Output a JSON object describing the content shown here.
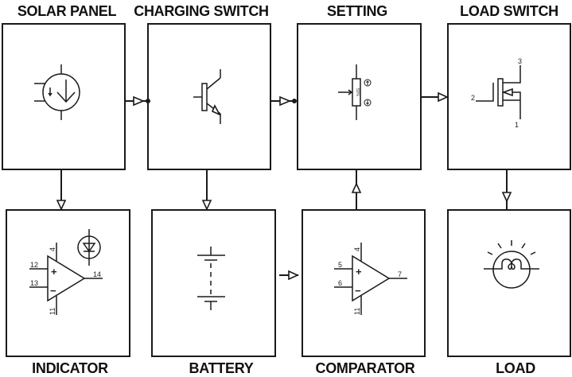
{
  "diagram": {
    "type": "block-diagram",
    "blocks": [
      {
        "id": "solar_panel",
        "label": "SOLAR PANEL",
        "symbol": "photovoltaic-cell"
      },
      {
        "id": "charging_switch",
        "label": "CHARGING SWITCH",
        "symbol": "transistor"
      },
      {
        "id": "setting",
        "label": "SETTING",
        "symbol": "potentiometer"
      },
      {
        "id": "load_switch",
        "label": "LOAD SWITCH",
        "symbol": "mosfet"
      },
      {
        "id": "indicator",
        "label": "INDICATOR",
        "symbol": "op-amp-with-led"
      },
      {
        "id": "battery",
        "label": "BATTERY",
        "symbol": "battery"
      },
      {
        "id": "comparator",
        "label": "COMPARATOR",
        "symbol": "op-amp"
      },
      {
        "id": "load",
        "label": "LOAD",
        "symbol": "lamp"
      }
    ],
    "connections": [
      {
        "from": "solar_panel",
        "to": "charging_switch",
        "direction": "right"
      },
      {
        "from": "charging_switch",
        "to": "setting",
        "direction": "right"
      },
      {
        "from": "setting",
        "to": "load_switch",
        "direction": "right"
      },
      {
        "from": "solar_panel",
        "to": "indicator",
        "direction": "down"
      },
      {
        "from": "charging_switch",
        "to": "battery",
        "direction": "down"
      },
      {
        "from": "comparator",
        "to": "setting",
        "direction": "up"
      },
      {
        "from": "load_switch",
        "to": "load",
        "direction": "down"
      },
      {
        "from": "battery",
        "to": "comparator",
        "direction": "right"
      }
    ]
  },
  "labels": {
    "solar_panel": "SOLAR PANEL",
    "charging_switch": "CHARGING SWITCH",
    "setting": "SETTING",
    "load_switch": "LOAD SWITCH",
    "indicator": "INDICATOR",
    "battery": "BATTERY",
    "comparator": "COMPARATOR",
    "load": "LOAD"
  },
  "pins": {
    "indicator": {
      "vplus": "4",
      "in_plus": "12",
      "in_minus": "13",
      "out": "14",
      "vminus": "11"
    },
    "comparator": {
      "vplus": "4",
      "in_plus": "5",
      "in_minus": "6",
      "out": "7",
      "vminus": "11"
    },
    "load_switch": {
      "gate": "2",
      "drain": "3",
      "source": "1"
    }
  },
  "potentiometer": {
    "value": "50%"
  },
  "symbols": {
    "plus": "+",
    "minus": "−"
  },
  "colors": {
    "line": "#1a1a1a",
    "background": "#ffffff"
  }
}
